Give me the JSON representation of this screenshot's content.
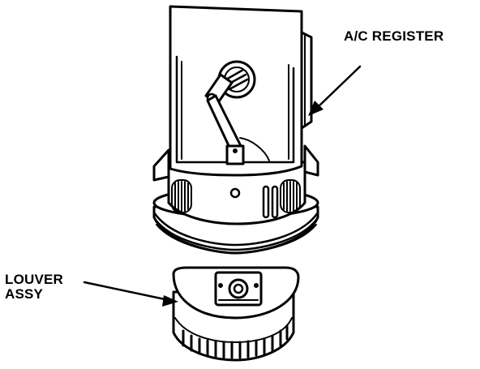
{
  "labels": {
    "register": "A/C REGISTER",
    "louver_line1": "LOUVER",
    "louver_line2": "ASSY"
  }
}
